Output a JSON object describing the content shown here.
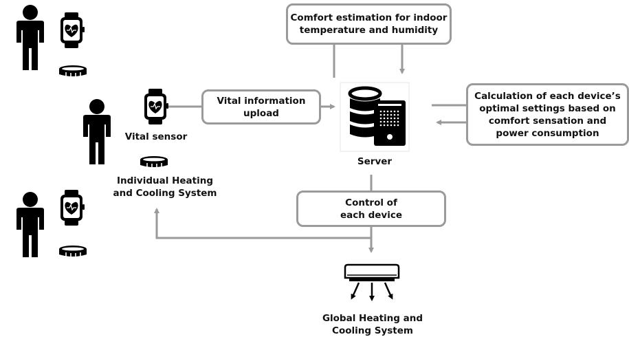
{
  "comfort_box": {
    "lines": [
      "Comfort estimation for indoor",
      "temperature and humidity"
    ]
  },
  "vital_box": {
    "lines": [
      "Vital information",
      "upload"
    ]
  },
  "calc_box": {
    "lines": [
      "Calculation of each device’s",
      "optimal settings based on",
      "comfort sensation and",
      "power consumption"
    ]
  },
  "control_box": {
    "lines": [
      "Control of",
      "each device"
    ]
  },
  "labels": {
    "server": "Server",
    "vital_sensor": "Vital sensor",
    "individual_system": [
      "Individual Heating",
      "and Cooling System"
    ],
    "global_system": [
      "Global Heating and",
      "Cooling System"
    ]
  },
  "colors": {
    "connector": "#9a9a9a",
    "icon": "#000000",
    "box_border": "#9a9a9a"
  },
  "icons": [
    "person-icon",
    "smartwatch-icon",
    "heart-icon",
    "ring-device-icon",
    "server-icon",
    "air-conditioner-icon"
  ]
}
